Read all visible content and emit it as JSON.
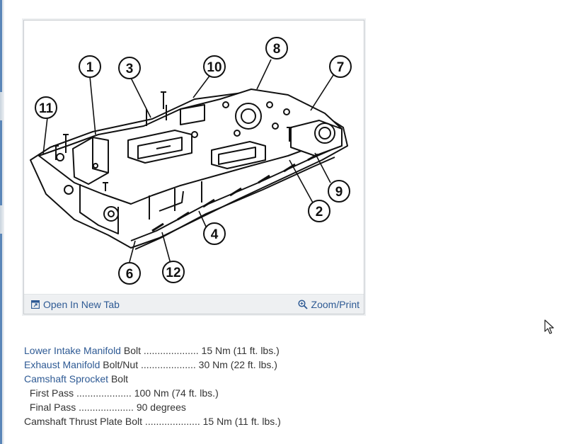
{
  "figure": {
    "callouts": [
      "1",
      "3",
      "10",
      "8",
      "7",
      "11",
      "9",
      "2",
      "4",
      "6",
      "12"
    ],
    "toolbar": {
      "open_new_tab_label": "Open In New Tab",
      "open_new_tab_icon": "open-new-tab-icon",
      "zoom_print_label": "Zoom/Print",
      "zoom_print_icon": "magnifier-icon"
    }
  },
  "specs": {
    "lower_intake": {
      "link": "Lower Intake Manifold",
      "text": " Bolt .................... 15 Nm (11 ft. lbs.)"
    },
    "exhaust": {
      "link": "Exhaust Manifold",
      "text": " Bolt/Nut .................... 30 Nm (22 ft. lbs.)"
    },
    "camshaft_sprocket": {
      "link": "Camshaft Sprocket",
      "text": " Bolt"
    },
    "first_pass": " First Pass .................... 100 Nm (74 ft. lbs.)",
    "final_pass": " Final Pass .................... 90 degrees",
    "thrust_plate": "Camshaft Thrust Plate Bolt .................... 15 Nm (11 ft. lbs.)"
  },
  "colors": {
    "link": "#2e5a94",
    "text": "#333333",
    "toolbar_bg": "#eef0f2"
  }
}
